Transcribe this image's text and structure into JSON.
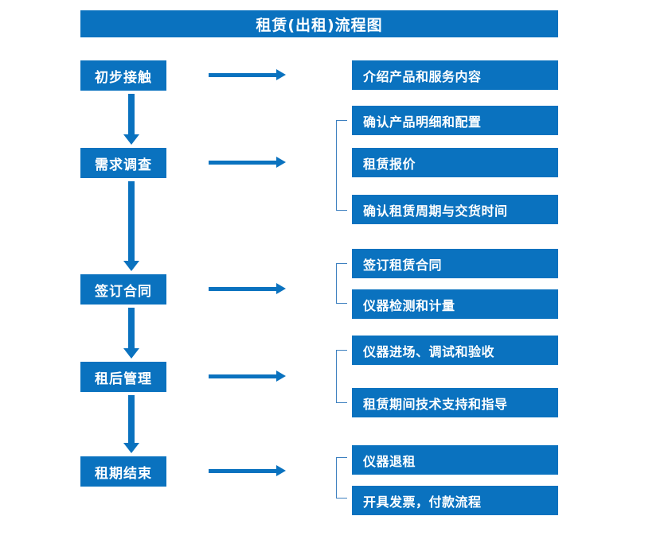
{
  "title": {
    "text": "租赁(出租)流程图"
  },
  "colors": {
    "box_blue": "#0A72BF",
    "arrow_blue": "#0A72BF",
    "bracket_blue": "#3C7FBF",
    "text_white": "#FFFFFF",
    "background": "#FFFFFF"
  },
  "stages": [
    {
      "label": "初步接触"
    },
    {
      "label": "需求调查"
    },
    {
      "label": "签订合同"
    },
    {
      "label": "租后管理"
    },
    {
      "label": "租期结束"
    }
  ],
  "details": [
    {
      "label": "介绍产品和服务内容"
    },
    {
      "label": "确认产品明细和配置"
    },
    {
      "label": "租赁报价"
    },
    {
      "label": "确认租赁周期与交货时间"
    },
    {
      "label": "签订租赁合同"
    },
    {
      "label": "仪器检测和计量"
    },
    {
      "label": "仪器进场、调试和验收"
    },
    {
      "label": "租赁期间技术支持和指导"
    },
    {
      "label": "仪器退租"
    },
    {
      "label": "开具发票，付款流程"
    }
  ],
  "flow": {
    "vertical_arrow_count": 4,
    "horizontal_arrow_count": 5,
    "bracket_count": 4,
    "direction": "top-to-bottom"
  }
}
